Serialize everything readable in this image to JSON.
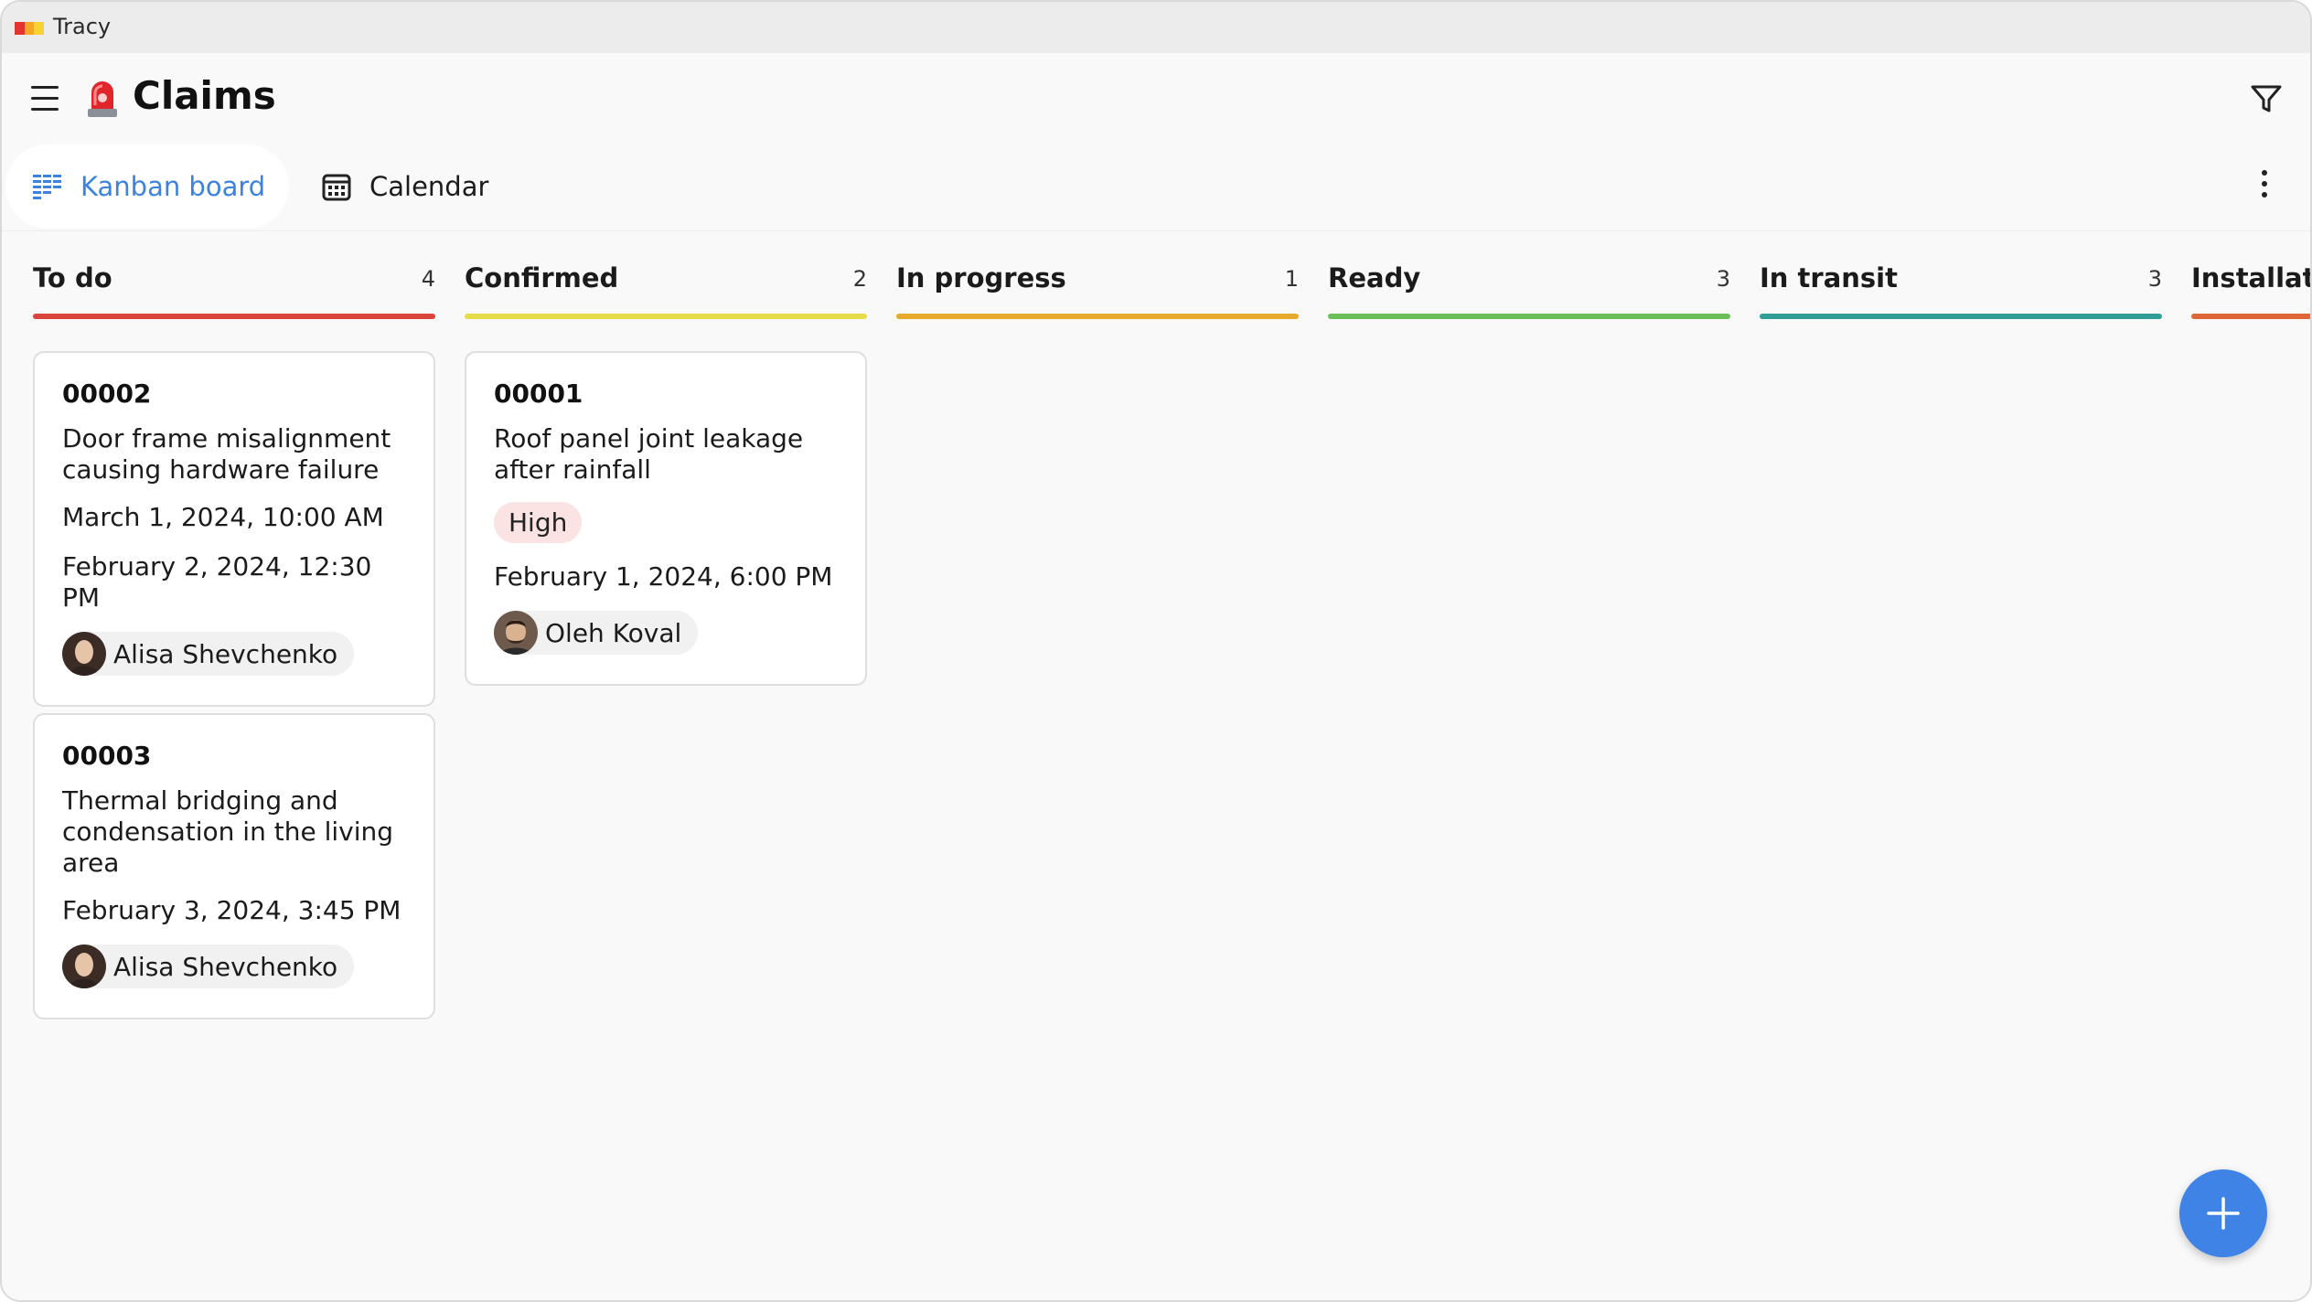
{
  "window": {
    "title": "Tracy"
  },
  "header": {
    "title": "Claims"
  },
  "tabs": [
    {
      "label": "Kanban board",
      "icon": "kanban-icon",
      "active": true
    },
    {
      "label": "Calendar",
      "icon": "calendar-icon",
      "active": false
    }
  ],
  "columns": [
    {
      "title": "To do",
      "count": "4",
      "color": "#d9453b"
    },
    {
      "title": "Confirmed",
      "count": "2",
      "color": "#e6dc4a"
    },
    {
      "title": "In progress",
      "count": "1",
      "color": "#e6a92c"
    },
    {
      "title": "Ready",
      "count": "3",
      "color": "#6bbf59"
    },
    {
      "title": "In transit",
      "count": "3",
      "color": "#2e9e96"
    },
    {
      "title": "Installatic",
      "count": "",
      "color": "#e0663a"
    }
  ],
  "cards": [
    {
      "id": "00002",
      "title": "Door frame misalignment causing hardware failure",
      "date1": "March 1, 2024, 10:00 AM",
      "date2": "February 2, 2024, 12:30 PM",
      "assignee": "Alisa Shevchenko"
    },
    {
      "id": "00003",
      "title": "Thermal bridging and condensation in the living area",
      "date1": "February 3, 2024, 3:45 PM",
      "assignee": "Alisa Shevchenko"
    },
    {
      "id": "00001",
      "title": "Roof panel joint leakage after rainfall",
      "priority": "High",
      "date1": "February 1, 2024, 6:00 PM",
      "assignee": "Oleh Koval"
    }
  ],
  "colors": {
    "accent": "#3d82dd",
    "fab": "#3f83e6",
    "high_badge": "#fbe3e3"
  }
}
